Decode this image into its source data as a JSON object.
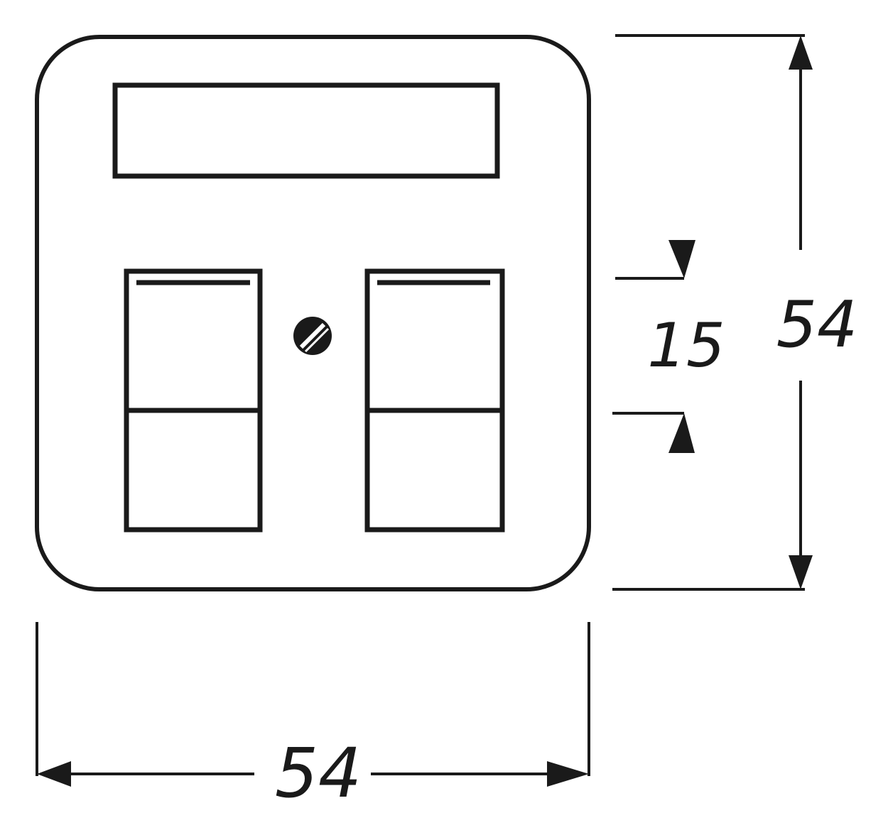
{
  "drawing": {
    "dimensions": {
      "width_label": "54",
      "height_label": "54",
      "socket_spacing_label": "15"
    },
    "line_color": "#1a1a1a",
    "background_color": "#ffffff"
  }
}
